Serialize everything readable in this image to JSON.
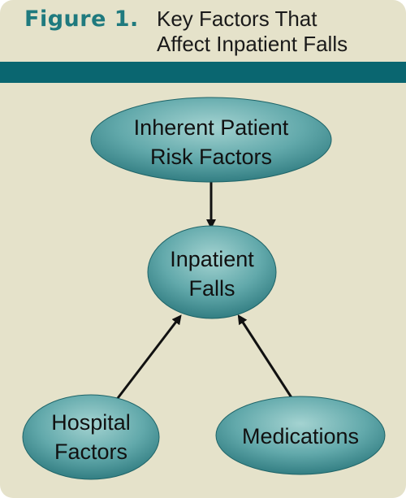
{
  "header": {
    "figure_label": "Figure 1.",
    "title_line1": "Key Factors That",
    "title_line2": "Affect Inpatient Falls"
  },
  "colors": {
    "background": "#e5e2ca",
    "accent": "#0a6670",
    "label": "#1f7a7e",
    "node_light": "#9fcfce",
    "node_dark": "#2f7c80"
  },
  "nodes": {
    "inherent": {
      "line1": "Inherent Patient",
      "line2": "Risk Factors"
    },
    "falls": {
      "line1": "Inpatient",
      "line2": "Falls"
    },
    "hospital": {
      "line1": "Hospital",
      "line2": "Factors"
    },
    "medications": {
      "line1": "Medications"
    }
  }
}
